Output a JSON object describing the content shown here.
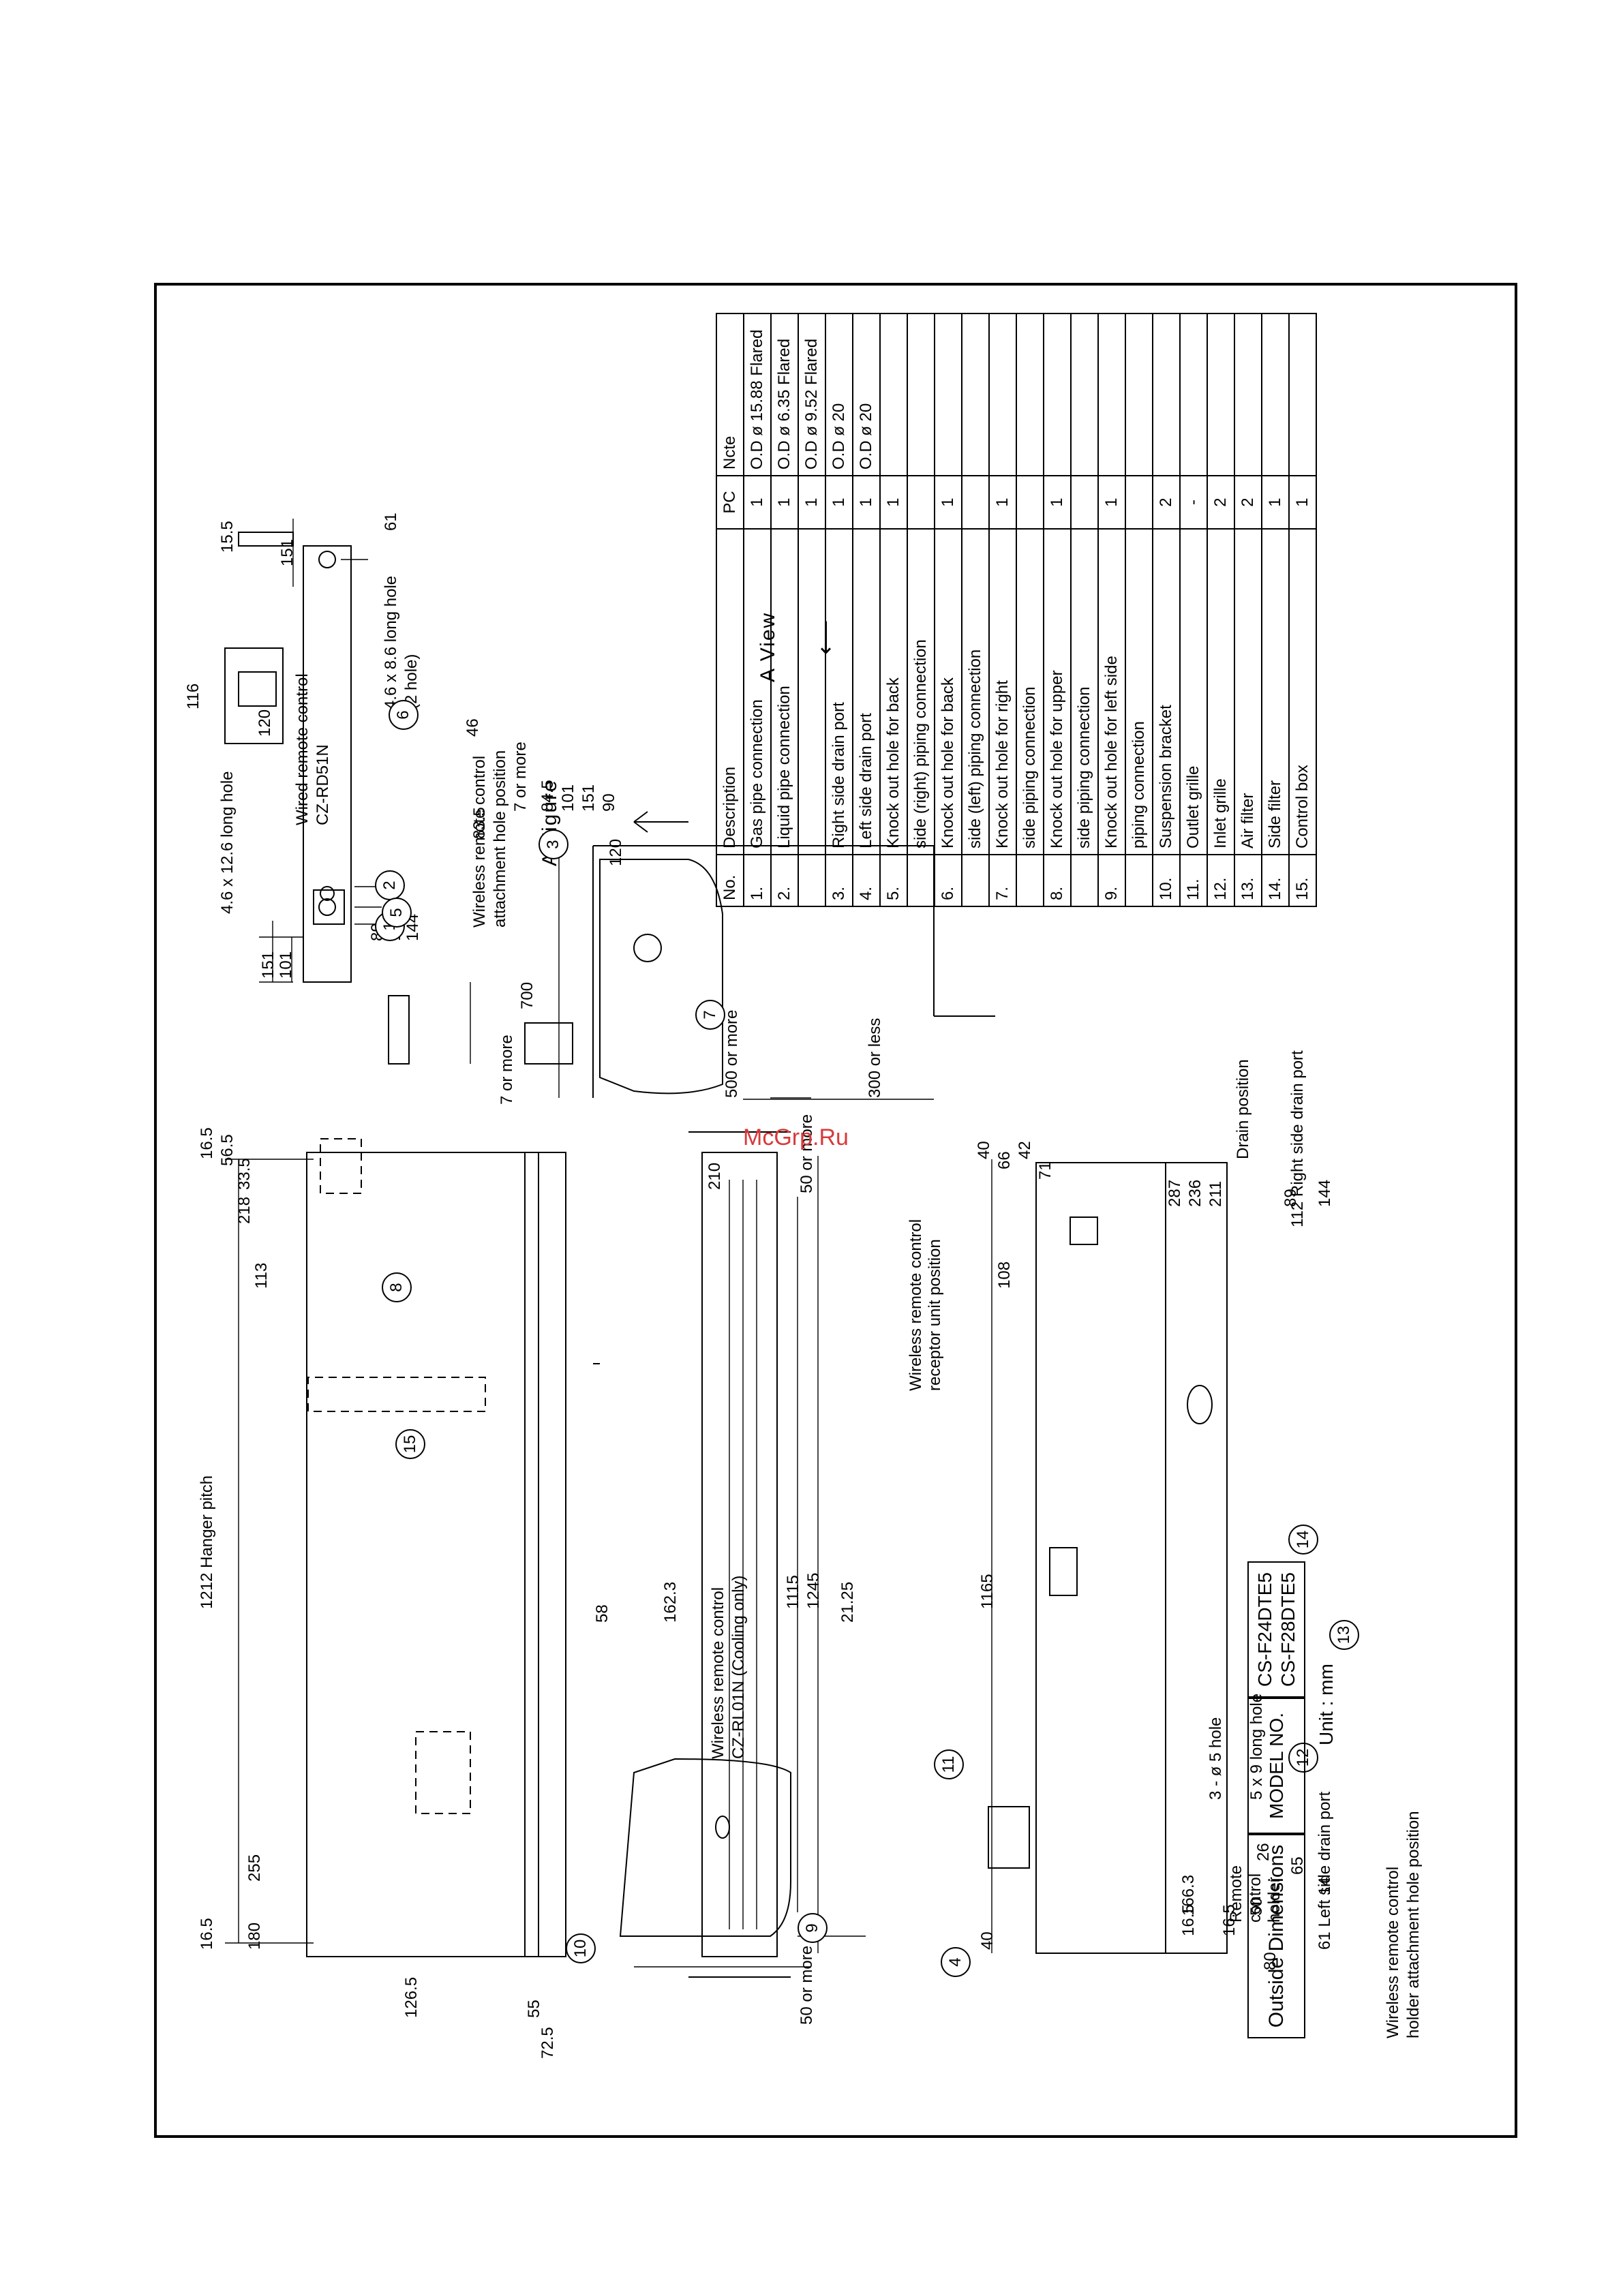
{
  "watermark": "McGrp.Ru",
  "page_mark": "",
  "title_block": {
    "title": "Outside Dimensions",
    "model_label": "MODEL NO.",
    "models": [
      "CS-F24DTE5",
      "CS-F28DTE5"
    ],
    "unit": "Unit : mm"
  },
  "parts_table": {
    "headers": {
      "no": "No.",
      "description": "Description",
      "pc": "PC",
      "note": "Ncte"
    },
    "rows": [
      {
        "no": "1.",
        "description": "Gas pipe connection",
        "pc": "1",
        "note": "O.D ø 15.88 Flared"
      },
      {
        "no": "2.",
        "description": "Liquid pipe connection",
        "pc": "1",
        "note": "O.D ø 6.35 Flared"
      },
      {
        "no": "",
        "description": "",
        "pc": "1",
        "note": "O.D ø 9.52 Flared"
      },
      {
        "no": "3.",
        "description": "Right side drain port",
        "pc": "1",
        "note": "O.D ø 20"
      },
      {
        "no": "4.",
        "description": "Left side drain port",
        "pc": "1",
        "note": "O.D ø 20"
      },
      {
        "no": "5.",
        "description": "Knock out hole for back",
        "pc": "1",
        "note": ""
      },
      {
        "no": "",
        "description": "side (right) piping connection",
        "pc": "",
        "note": ""
      },
      {
        "no": "6.",
        "description": "Knock out hole for back",
        "pc": "1",
        "note": ""
      },
      {
        "no": "",
        "description": "side (left) piping connection",
        "pc": "",
        "note": ""
      },
      {
        "no": "7.",
        "description": "Knock out hole for right",
        "pc": "1",
        "note": ""
      },
      {
        "no": "",
        "description": "side piping connection",
        "pc": "",
        "note": ""
      },
      {
        "no": "8.",
        "description": "Knock out hole for upper",
        "pc": "1",
        "note": ""
      },
      {
        "no": "",
        "description": "side piping connection",
        "pc": "",
        "note": ""
      },
      {
        "no": "9.",
        "description": "Knock out hole for left side",
        "pc": "1",
        "note": ""
      },
      {
        "no": "",
        "description": "piping connection",
        "pc": "",
        "note": ""
      },
      {
        "no": "10.",
        "description": "Suspension bracket",
        "pc": "2",
        "note": ""
      },
      {
        "no": "11.",
        "description": "Outlet grille",
        "pc": "-",
        "note": ""
      },
      {
        "no": "12.",
        "description": "Inlet grille",
        "pc": "2",
        "note": ""
      },
      {
        "no": "13.",
        "description": "Air filter",
        "pc": "2",
        "note": ""
      },
      {
        "no": "14.",
        "description": "Side filter",
        "pc": "1",
        "note": ""
      },
      {
        "no": "15.",
        "description": "Control box",
        "pc": "1",
        "note": ""
      }
    ]
  },
  "labels": {
    "a_figure": "A Figure",
    "a_view": "A View",
    "hanger_pitch": "1212 Hanger pitch",
    "drain_position": "Drain position",
    "right_drain": "112 Right side drain port",
    "left_drain": "61 Left side drain port",
    "receptor": "Wireless remote control receptor unit position",
    "wired_rc": "Wired remote control",
    "wired_rc_model": "CZ-RD51N",
    "long_hole_a": "4.6 x 8.6 long hole",
    "long_hole_a2": "(2 hole)",
    "long_hole_b": "4.6 x 12.6 long hole",
    "wl_attach": "Wireless remote control",
    "wl_attach2": "attachment hole position",
    "wl_rc": "Wireless remote control",
    "wl_rc_model": "CZ-RL01N (Cooling only)",
    "holder_title": "Remote control holder",
    "holes_5": "3 - ø 5 hole",
    "long_hole_5x9": "5 x 9 long hole",
    "holder_pos": "Wireless remote control",
    "holder_pos2": "holder attachment hole position",
    "clear_7": "7 or more",
    "clear_7b": "7 or more",
    "clear_500": "500 or more",
    "clear_300": "300 or less",
    "clear_50a": "50 or more",
    "clear_50b": "50 or more"
  },
  "dims": {
    "d151a": "151",
    "d101a": "101",
    "d89a": "89",
    "d112a": "112",
    "d144a": "144",
    "d151b": "151",
    "d61a": "61",
    "d700": "700",
    "d120": "120",
    "d151c": "151",
    "d101c": "101",
    "d845": "84.5",
    "d90": "90",
    "d165a": "16.5",
    "d565": "56.5",
    "d335": "33.5",
    "d218": "218",
    "d113": "113",
    "d165b": "16.5",
    "d180": "180",
    "d255": "255",
    "d210": "210",
    "d1115": "1115",
    "d1245": "1245",
    "d40a": "40",
    "d66": "66",
    "d42": "42",
    "d71": "71",
    "d287": "287",
    "d236": "236",
    "d211": "211",
    "d89b": "89",
    "d144b": "144",
    "d108": "108",
    "d1165": "1165",
    "d40b": "40",
    "d116": "116",
    "d120b": "120",
    "d155": "15.5",
    "d46": "46",
    "d835": "83.5",
    "d1265": "126.5",
    "d55": "55",
    "d725": "72.5",
    "d58": "58",
    "d1623": "162.3",
    "d2125": "21.25",
    "d165c": "16.5",
    "d1663": "166.3",
    "d165d": "16.5",
    "d50": "50",
    "d80": "80",
    "d65": "65",
    "d14": "14",
    "d26": "26"
  },
  "callouts": [
    "1",
    "2",
    "3",
    "4",
    "5",
    "6",
    "7",
    "8",
    "9",
    "10",
    "11",
    "12",
    "13",
    "14",
    "15"
  ]
}
